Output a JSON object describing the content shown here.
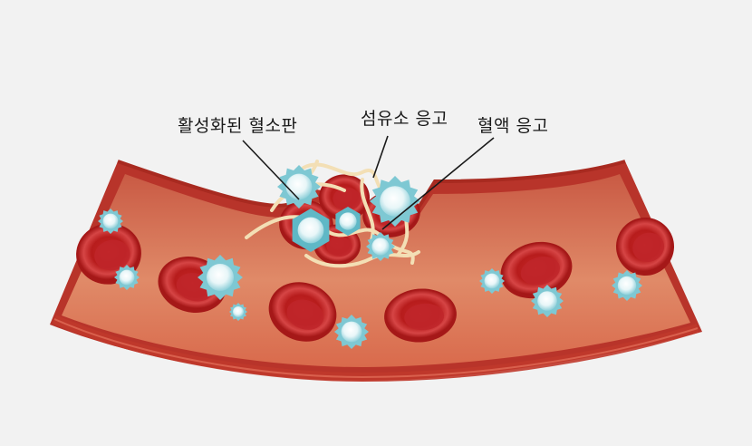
{
  "labels": {
    "activated_platelet": "활성화된 혈소판",
    "fibrin_clot": "섬유소 응고",
    "blood_clot": "혈액 응고"
  },
  "colors": {
    "background": "#f2f2f2",
    "vessel_wall": "#c0392b",
    "vessel_inner": "#e07a5a",
    "rbc": "#c62828",
    "platelet": "#7ec8d3",
    "fibrin": "#f3dfb5"
  }
}
